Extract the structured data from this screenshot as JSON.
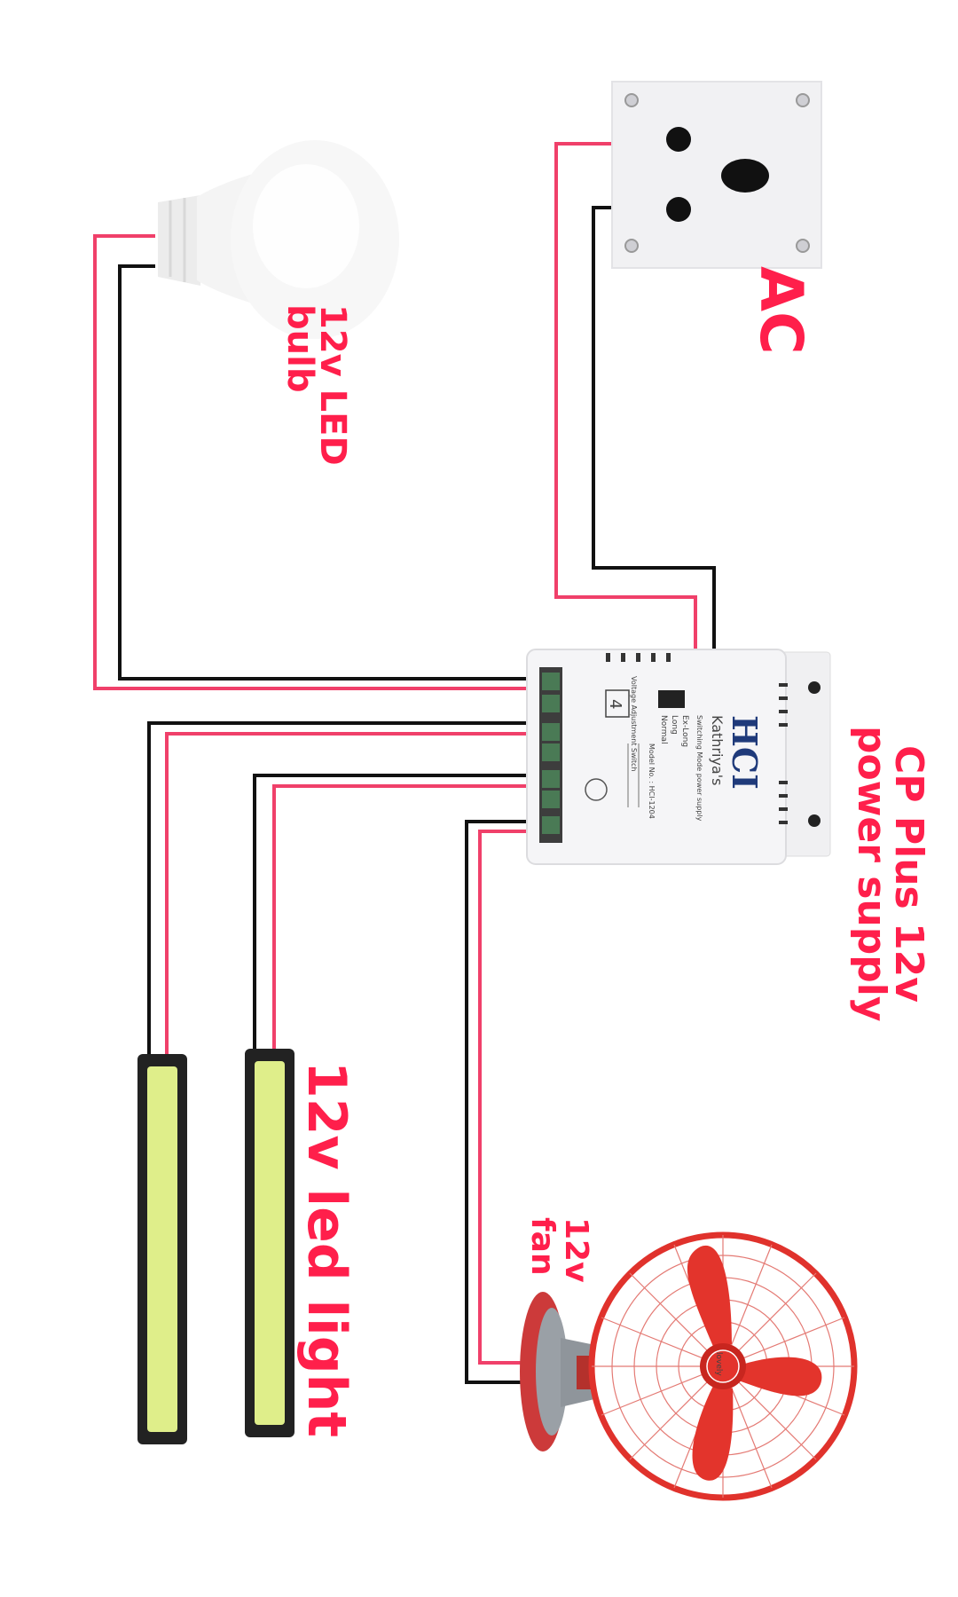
{
  "labels": {
    "ac": "AC",
    "bulb_line1": "12v LED",
    "bulb_line2": "bulb",
    "psu_line1": "CP Plus 12v",
    "psu_line2": "power supply",
    "led_light": "12v led light",
    "fan_line1": "12v",
    "fan_line2": "fan"
  },
  "psu": {
    "brand": "HCI",
    "sub_brand": "Kathriya's",
    "type": "Switching Mode power supply",
    "switch_title": "Voltage Adjustment Switch",
    "switch_options": [
      "Ex-Long",
      "Long",
      "Normal"
    ],
    "channels": "4",
    "model": "Model No. : HCI-1204"
  },
  "fan": {
    "brand": "lovely"
  },
  "colors": {
    "label": "#ff1f4b",
    "wire_red": "#f0406a",
    "wire_black": "#111111",
    "led_chip": "#dfee8a",
    "fan_red": "#e0322c"
  }
}
